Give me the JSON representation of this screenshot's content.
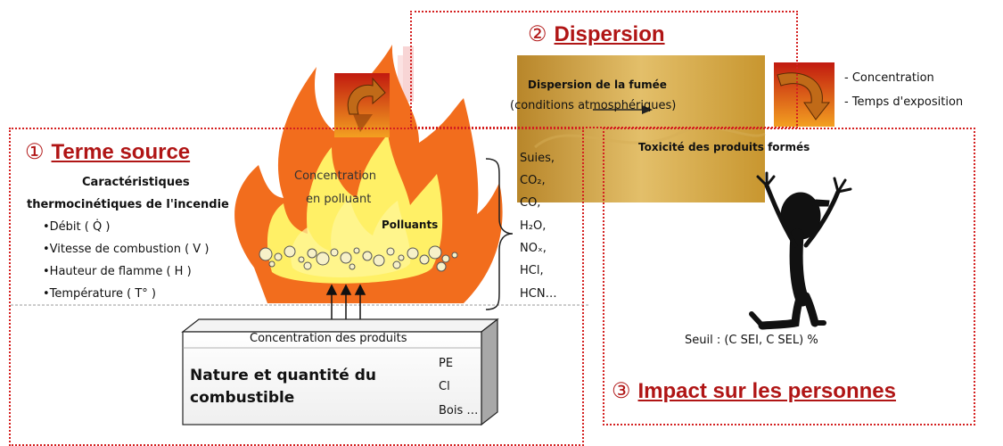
{
  "sections": {
    "source": {
      "number": "①",
      "title": "Terme source"
    },
    "dispersion": {
      "number": "②",
      "title": "Dispersion"
    },
    "impact": {
      "number": "③",
      "title": "Impact sur les personnes"
    }
  },
  "characteristics": {
    "heading_line1": "Caractéristiques",
    "heading_line2": "thermocinétiques de l'incendie",
    "items": [
      "•Débit ( Q̇ )",
      "•Vitesse de combustion ( V )",
      "•Hauteur de flamme ( H )",
      "•Température ( T° )"
    ]
  },
  "flame": {
    "concentration_line1": "Concentration",
    "concentration_line2": "en polluant",
    "pollutants_label": "Polluants"
  },
  "pollutants_list": [
    "Suies,",
    "CO₂,",
    "CO,",
    "H₂O,",
    "NOₓ,",
    "HCl,",
    "HCN…"
  ],
  "fuel": {
    "concentration_label": "Concentration des produits",
    "nature_line1": "Nature et quantité du",
    "nature_line2": "combustible",
    "materials": [
      "PE",
      "Cl",
      "Bois …"
    ]
  },
  "dispersion_box": {
    "title": "Dispersion de la fumée",
    "subtitle": "(conditions atmosphériques)"
  },
  "exposure_factors": [
    "- Concentration",
    "- Temps d'exposition"
  ],
  "toxicity": {
    "title": "Toxicité des produits formés",
    "threshold": "Seuil : (C SEI, C SEL) %"
  }
}
